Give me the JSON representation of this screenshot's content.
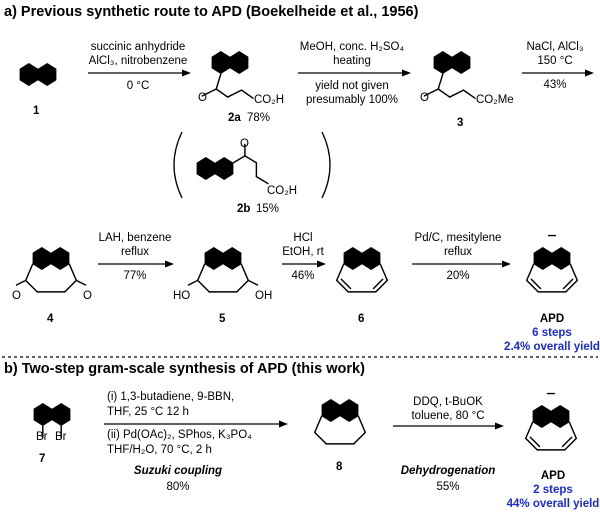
{
  "section_a": {
    "title": "a) Previous synthetic route to APD (Boekelheide et al., 1956)",
    "compound_1": "1",
    "step1_reagent1": "succinic anhydride",
    "step1_reagent2": "AlCl₃, nitrobenzene",
    "step1_temp": "0 °C",
    "compound_2a": "2a",
    "yield_2a": "78%",
    "step2_reagent1": "MeOH, conc. H₂SO₄",
    "step2_reagent2": "heating",
    "step2_note1": "yield not given",
    "step2_note2": "presumably 100%",
    "compound_3": "3",
    "step3_reagent": "NaCl, AlCl₃",
    "step3_temp": "150 °C",
    "step3_yield": "43%",
    "compound_2b": "2b",
    "yield_2b": "15%",
    "group_co2h": "CO₂H",
    "group_co2me": "CO₂Me",
    "atom_o": "O",
    "atom_ho": "HO",
    "atom_oh": "OH",
    "compound_4": "4",
    "step4_reagent1": "LAH, benzene",
    "step4_reagent2": "reflux",
    "step4_yield": "77%",
    "compound_5": "5",
    "step5_reagent1": "HCl",
    "step5_reagent2": "EtOH, rt",
    "step5_yield": "46%",
    "compound_6": "6",
    "step6_reagent1": "Pd/C, mesitylene",
    "step6_reagent2": "reflux",
    "step6_yield": "20%",
    "product": "APD",
    "steps": "6 steps",
    "overall": "2.4% overall yield"
  },
  "section_b": {
    "title": "b) Two-step gram-scale synthesis of APD (this work)",
    "compound_7": "7",
    "atom_br": "Br",
    "step1_line1": "(i) 1,3-butadiene, 9-BBN,",
    "step1_line2": "THF, 25 °C 12 h",
    "step1_line3": "(ii) Pd(OAc)₂, SPhos, K₃PO₄",
    "step1_line4": "THF/H₂O, 70 °C, 2 h",
    "step1_name": "Suzuki coupling",
    "step1_yield": "80%",
    "compound_8": "8",
    "step2_line1": "DDQ, t-BuOK",
    "step2_line2": "toluene, 80 °C",
    "step2_name": "Dehydrogenation",
    "step2_yield": "55%",
    "product": "APD",
    "steps": "2 steps",
    "overall": "44% overall yield"
  }
}
